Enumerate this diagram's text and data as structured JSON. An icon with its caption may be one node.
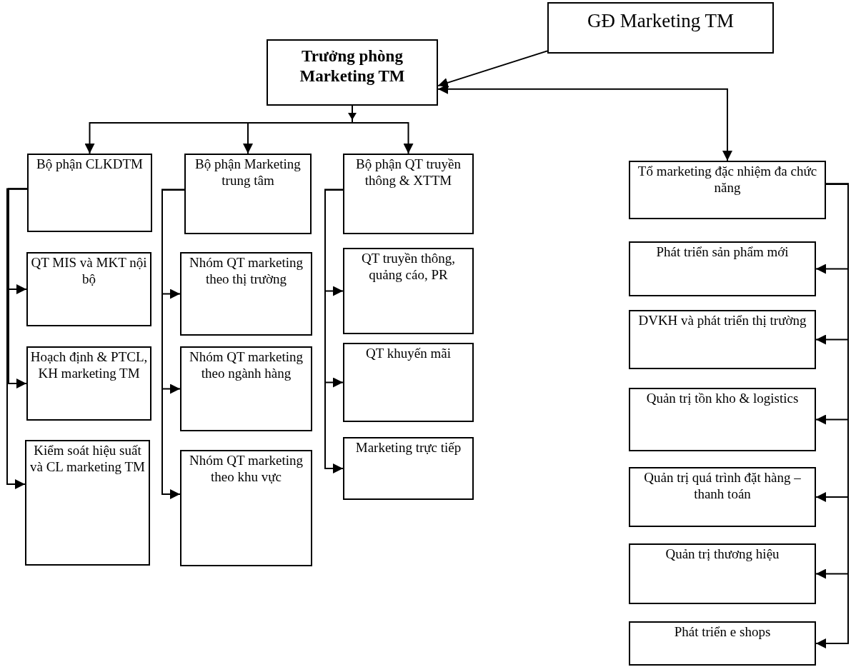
{
  "diagram": {
    "nodes": [
      {
        "text": [
          "GĐ Marketing TM"
        ]
      },
      {
        "text": [
          "Trưởng phòng Marketing TM"
        ]
      },
      {
        "text": [
          "Bộ phận CLKDTM"
        ]
      },
      {
        "text": [
          "Bộ phận Marketing trung tâm"
        ]
      },
      {
        "text": [
          "Bộ phận QT truyền thông & XTTM"
        ]
      },
      {
        "text": [
          "Tổ marketing đặc nhiệm đa chức năng"
        ]
      },
      {
        "text": [
          "QT MIS và MKT nội bộ"
        ]
      },
      {
        "text": [
          "Hoạch định & PTCL, KH marketing TM"
        ]
      },
      {
        "text": [
          "Kiểm soát hiệu suất và CL marketing TM"
        ]
      },
      {
        "text": [
          "Nhóm QT marketing theo thị trường"
        ]
      },
      {
        "text": [
          "Nhóm QT marketing theo ngành hàng"
        ]
      },
      {
        "text": [
          "Nhóm QT marketing theo khu vực"
        ]
      },
      {
        "text": [
          "QT truyền thông, quảng cáo, PR"
        ]
      },
      {
        "text": [
          "QT khuyến mãi"
        ]
      },
      {
        "text": [
          "Marketing trực tiếp"
        ]
      },
      {
        "text": [
          "Phát triển sản phẩm mới"
        ]
      },
      {
        "text": [
          "DVKH và phát triển thị trường"
        ]
      },
      {
        "text": [
          "Quản trị tồn kho & logistics"
        ]
      },
      {
        "text": [
          "Quản trị quá trình đặt hàng – thanh toán"
        ]
      },
      {
        "text": [
          "Quản trị thương hiệu"
        ]
      },
      {
        "text": [
          "Phát triển e shops"
        ]
      }
    ],
    "edges": [
      {
        "from": 0,
        "to": 1,
        "arrow": "to"
      },
      {
        "from": 1,
        "to": 2,
        "arrow": "to"
      },
      {
        "from": 1,
        "to": 3,
        "arrow": "to"
      },
      {
        "from": 1,
        "to": 4,
        "arrow": "to"
      },
      {
        "from": 1,
        "to": 5,
        "arrow": "both"
      },
      {
        "from": 2,
        "to": 6,
        "arrow": "to"
      },
      {
        "from": 2,
        "to": 7,
        "arrow": "to"
      },
      {
        "from": 2,
        "to": 8,
        "arrow": "to"
      },
      {
        "from": 3,
        "to": 9,
        "arrow": "to"
      },
      {
        "from": 3,
        "to": 10,
        "arrow": "to"
      },
      {
        "from": 3,
        "to": 11,
        "arrow": "to"
      },
      {
        "from": 4,
        "to": 12,
        "arrow": "to"
      },
      {
        "from": 4,
        "to": 13,
        "arrow": "to"
      },
      {
        "from": 4,
        "to": 14,
        "arrow": "to"
      },
      {
        "from": 5,
        "to": 15,
        "arrow": "to"
      },
      {
        "from": 5,
        "to": 16,
        "arrow": "to"
      },
      {
        "from": 5,
        "to": 17,
        "arrow": "to"
      },
      {
        "from": 5,
        "to": 18,
        "arrow": "to"
      },
      {
        "from": 5,
        "to": 19,
        "arrow": "to"
      },
      {
        "from": 5,
        "to": 20,
        "arrow": "to"
      }
    ]
  }
}
